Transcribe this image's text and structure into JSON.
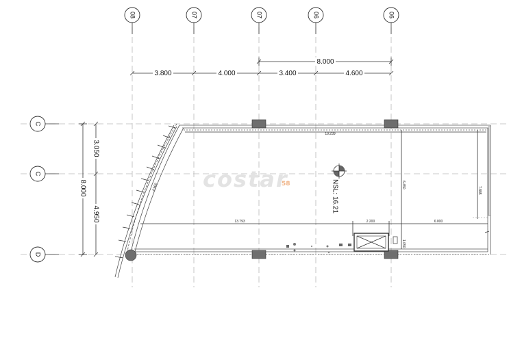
{
  "grid_bubbles_top": [
    "08",
    "07",
    "07",
    "06",
    "06"
  ],
  "grid_bubbles_left": [
    "C",
    "C",
    "D"
  ],
  "dimensions_top": {
    "overall": "8.000",
    "segments": [
      "3.800",
      "4.000",
      "3.400",
      "4.600"
    ]
  },
  "dimensions_left": {
    "overall": "8.000",
    "segments": [
      "3.050",
      "4.950"
    ]
  },
  "inner_dimensions": {
    "length_top": "19.239",
    "length_bottom": "13.793",
    "opening_width": "2.200",
    "right_segment": "6.000",
    "vertical_mid": "6.450",
    "vertical_right": "7.885",
    "vertical_small": "1.050",
    "curve": "4.900"
  },
  "level_label": "NSL: 16.21",
  "watermark": {
    "text": "costar",
    "sub": "58"
  },
  "colors": {
    "grid": "#b8b8b8",
    "line": "#333333",
    "column": "#6e6e6e",
    "watermark": "#e3e3e3"
  }
}
